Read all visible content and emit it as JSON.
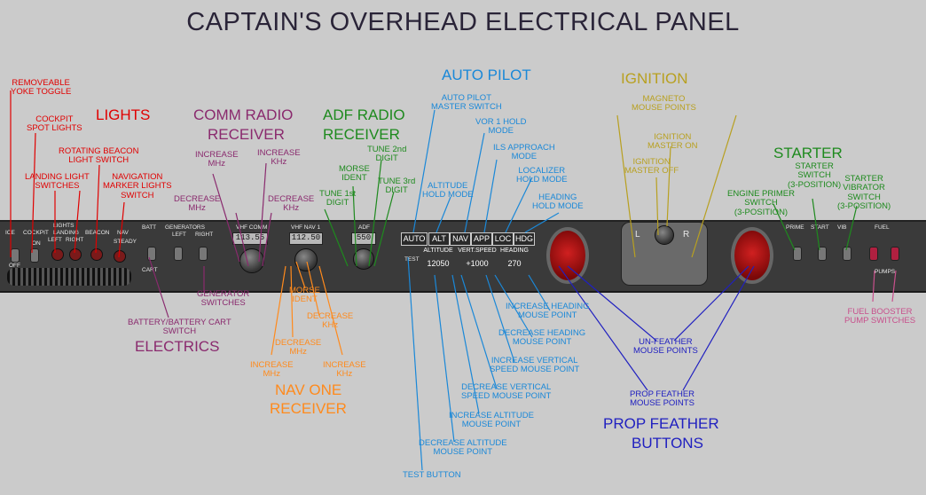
{
  "title": "CAPTAIN'S OVERHEAD ELECTRICAL PANEL",
  "colors": {
    "lights": "#e00000",
    "electrics": "#8a2a6e",
    "adf": "#1e8a1e",
    "autopilot": "#1a88d8",
    "ignition": "#b8a020",
    "nav": "#ff8a1c",
    "prop": "#2020c0",
    "fuel": "#c8508c"
  },
  "sections": {
    "lights": "LIGHTS",
    "comm": [
      "COMM RADIO",
      "RECEIVER"
    ],
    "adf": [
      "ADF RADIO",
      "RECEIVER"
    ],
    "autopilot": "AUTO PILOT",
    "ignition": "IGNITION",
    "starter": "STARTER",
    "electrics": "ELECTRICS",
    "nav": [
      "NAV ONE",
      "RECEIVER"
    ],
    "prop": [
      "PROP FEATHER",
      "BUTTONS"
    ]
  },
  "callouts": {
    "yoke": [
      "REMOVEABLE",
      "YOKE TOGGLE"
    ],
    "cockpit_spot": [
      "COCKPIT",
      "SPOT LIGHTS"
    ],
    "landing": [
      "LANDING LIGHT",
      "SWITCHES"
    ],
    "beacon": [
      "ROTATING BEACON",
      "LIGHT SWITCH"
    ],
    "navmarker": [
      "NAVIGATION",
      "MARKER LIGHTS",
      "SWITCH"
    ],
    "comm_inc_mhz": [
      "INCREASE",
      "MHz"
    ],
    "comm_inc_khz": [
      "INCREASE",
      "KHz"
    ],
    "comm_dec_mhz": [
      "DECREASE",
      "MHz"
    ],
    "comm_dec_khz": [
      "DECREASE",
      "KHz"
    ],
    "adf_tune1": [
      "TUNE 1st",
      "DIGIT"
    ],
    "adf_tune2": [
      "TUNE 2nd",
      "DIGIT"
    ],
    "adf_tune3": [
      "TUNE 3rd",
      "DIGIT"
    ],
    "adf_morse": [
      "MORSE",
      "IDENT"
    ],
    "ap_master": [
      "AUTO PILOT",
      "MASTER SWITCH"
    ],
    "vor_hold": [
      "VOR 1 HOLD",
      "MODE"
    ],
    "ils": [
      "ILS APPROACH",
      "MODE"
    ],
    "alt_hold": [
      "ALTITUDE",
      "HOLD MODE"
    ],
    "loc_hold": [
      "LOCALIZER",
      "HOLD MODE"
    ],
    "hdg_hold": [
      "HEADING",
      "HOLD MODE"
    ],
    "magneto": [
      "MAGNETO",
      "MOUSE POINTS"
    ],
    "ign_on": [
      "IGNITION",
      "MASTER ON"
    ],
    "ign_off": [
      "IGNITION",
      "MASTER OFF"
    ],
    "starter_sw": [
      "STARTER",
      "SWITCH",
      "(3-POSITION)"
    ],
    "primer": [
      "ENGINE PRIMER",
      "SWITCH",
      "(3-POSITION)"
    ],
    "vibrator": [
      "STARTER",
      "VIBRATOR",
      "SWITCH",
      "(3-POSITION)"
    ],
    "gen_switches": [
      "GENERATOR",
      "SWITCHES"
    ],
    "battery": [
      "BATTERY/BATTERY CART",
      "SWITCH"
    ],
    "nav_morse": [
      "MORSE",
      "IDENT"
    ],
    "nav_dec_khz": [
      "DECREASE",
      "KHz"
    ],
    "nav_dec_mhz": [
      "DECREASE",
      "MHz"
    ],
    "nav_inc_mhz": [
      "INCREASE",
      "MHz"
    ],
    "nav_inc_khz": [
      "INCREASE",
      "KHz"
    ],
    "inc_hdg_mp": [
      "INCREASE HEADING",
      "MOUSE  POINT"
    ],
    "dec_hdg_mp": [
      "DECREASE HEADING",
      "MOUSE  POINT"
    ],
    "inc_vs_mp": [
      "INCREASE VERTICAL",
      "SPEED MOUSE  POINT"
    ],
    "dec_vs_mp": [
      "DECREASE VERTICAL",
      "SPEED MOUSE POINT"
    ],
    "inc_alt_mp": [
      "INCREASE ALTITUDE",
      "MOUSE POINT"
    ],
    "dec_alt_mp": [
      "DECREASE ALTITUDE",
      "MOUSE POINT"
    ],
    "test_btn": "TEST BUTTON",
    "unfeather": [
      "UN-FEATHER",
      "MOUSE POINTS"
    ],
    "prop_feather_mp": [
      "PROP FEATHER",
      "MOUSE POINTS"
    ],
    "fuel_booster": [
      "FUEL BOOSTER",
      "PUMP SWITCHES"
    ]
  },
  "panel": {
    "lights_hdr": "LIGHTS",
    "cols": [
      "ICE",
      "COCKPIT",
      "LANDING",
      "BEACON",
      "NAV"
    ],
    "landing_lr": [
      "LEFT",
      "RIGHT"
    ],
    "on": "ON",
    "off": "OFF",
    "steady": "STEADY",
    "batt": "BATT",
    "generators": "GENERATORS",
    "left": "LEFT",
    "right": "RIGHT",
    "cart": "CART",
    "vhf_comm": "VHF COMM",
    "comm_freq": "113.55",
    "vhf_nav": "VHF NAV 1",
    "nav_freq": "112.50",
    "adf": "ADF",
    "adf_freq": "550",
    "ap_buttons": [
      "AUTO",
      "ALT",
      "NAV",
      "APP",
      "LOC",
      "HDG"
    ],
    "test": "TEST",
    "ap_cols": [
      {
        "label": "ALTITUDE",
        "value": "12050"
      },
      {
        "label": "VERT.SPEED",
        "value": "+1000"
      },
      {
        "label": "HEADING",
        "value": "270"
      }
    ],
    "ign_l": "L",
    "ign_r": "R",
    "prime": "PRIME",
    "start": "START",
    "vib": "VIB",
    "fuel": "FUEL",
    "pumps": "PUMPS"
  }
}
